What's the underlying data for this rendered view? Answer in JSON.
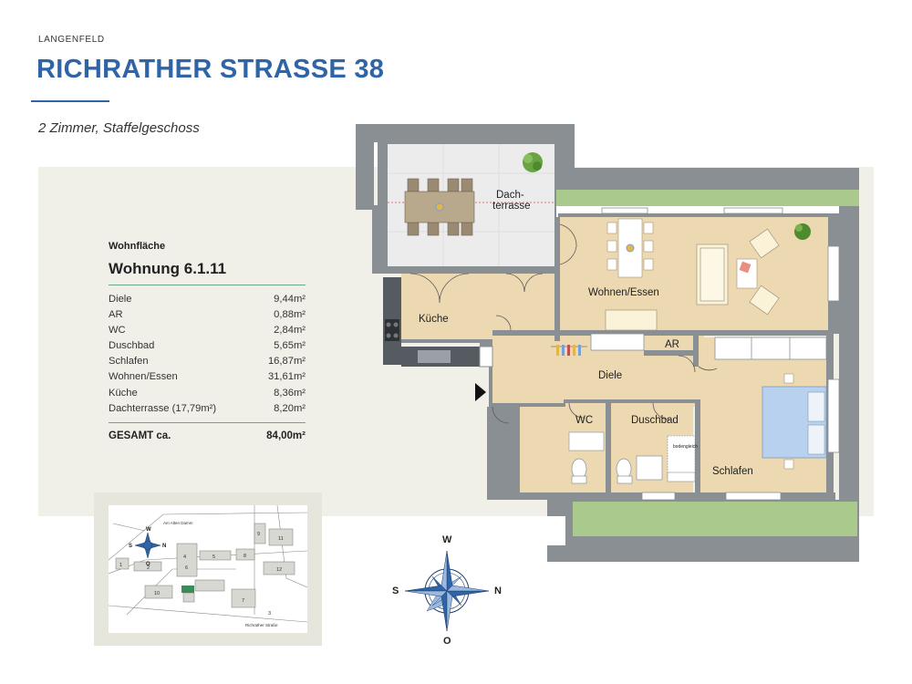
{
  "header": {
    "location": "LANGENFELD",
    "title": "RICHRATHER STRASSE 38",
    "subtitle": "2 Zimmer, Staffelgeschoss"
  },
  "area_table": {
    "heading": "Wohnfläche",
    "unit_name": "Wohnung 6.1.11",
    "rows": [
      {
        "name": "Diele",
        "value": "9,44m²"
      },
      {
        "name": "AR",
        "value": "0,88m²"
      },
      {
        "name": "WC",
        "value": "2,84m²"
      },
      {
        "name": "Duschbad",
        "value": "5,65m²"
      },
      {
        "name": "Schlafen",
        "value": "16,87m²"
      },
      {
        "name": "Wohnen/Essen",
        "value": "31,61m²"
      },
      {
        "name": "Küche",
        "value": "8,36m²"
      },
      {
        "name": "Dachterrasse (17,79m²)",
        "value": "8,20m²"
      }
    ],
    "total_label": "GESAMT ca.",
    "total_value": "84,00m²"
  },
  "floorplan": {
    "rooms": {
      "dachterrasse_line1": "Dach-",
      "dachterrasse_line2": "terrasse",
      "wohnen": "Wohnen/Essen",
      "kueche": "Küche",
      "ar": "AR",
      "diele": "Diele",
      "wc": "WC",
      "duschbad": "Duschbad",
      "schlafen": "Schlafen",
      "bodengleich": "bodengleich"
    },
    "entrance_icon": "entrance-arrow-icon",
    "colors": {
      "floor": "#ecd9b2",
      "wall": "#8a8f94",
      "terrace": "#ececec",
      "green_roof": "#a9c98d",
      "bed": "#b8d1ee",
      "title_blue": "#2f65a7"
    }
  },
  "compass": {
    "north": "W",
    "east": "N",
    "south": "O",
    "west": "S",
    "icon": "compass-rose-icon"
  },
  "siteplan": {
    "street_top": "Am Alten Damm",
    "street_bottom": "Richrather Straße",
    "blocks": [
      "1",
      "2",
      "3",
      "4",
      "5",
      "6",
      "7",
      "8",
      "9",
      "10",
      "11",
      "12"
    ],
    "compass_letters": {
      "north": "W",
      "east": "N",
      "south": "O",
      "west": "S"
    }
  }
}
